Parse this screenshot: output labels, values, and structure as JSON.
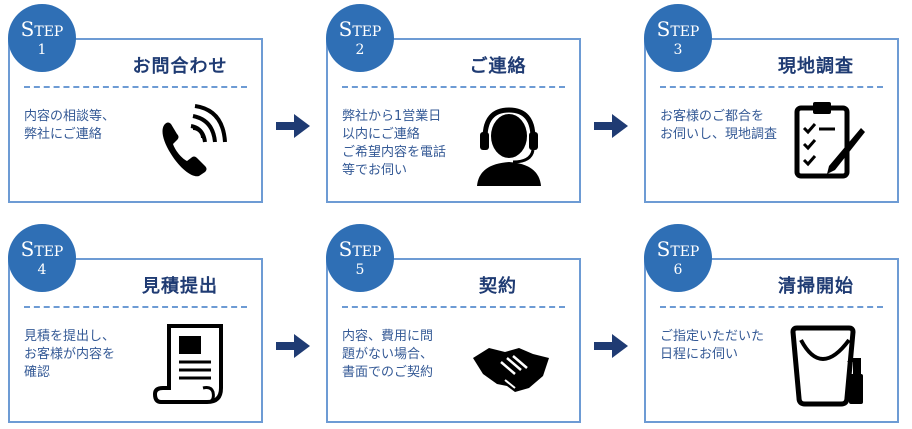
{
  "steps": [
    {
      "step_big": "S",
      "step_rest": "TEP",
      "num": "1",
      "title": "お問合わせ",
      "desc": "内容の相談等、\n弊社にご連絡",
      "icon": "phone-icon"
    },
    {
      "step_big": "S",
      "step_rest": "TEP",
      "num": "2",
      "title": "ご連絡",
      "desc": "弊社から1営業日\n以内にご連絡\nご希望内容を電話\n等でお伺い",
      "icon": "headset-operator-icon"
    },
    {
      "step_big": "S",
      "step_rest": "TEP",
      "num": "3",
      "title": "現地調査",
      "desc": "お客様のご都合を\nお伺いし、現地調査",
      "icon": "clipboard-checklist-icon"
    },
    {
      "step_big": "S",
      "step_rest": "TEP",
      "num": "4",
      "title": "見積提出",
      "desc": "見積を提出し、\nお客様が内容を\n確認",
      "icon": "document-scroll-icon"
    },
    {
      "step_big": "S",
      "step_rest": "TEP",
      "num": "5",
      "title": "契約",
      "desc": "内容、費用に問\n題がない場合、\n書面でのご契約",
      "icon": "handshake-icon"
    },
    {
      "step_big": "S",
      "step_rest": "TEP",
      "num": "6",
      "title": "清掃開始",
      "desc": "ご指定いただいた\n日程にお伺い",
      "icon": "bucket-spray-icon"
    }
  ],
  "colors": {
    "badge": "#2f6fb5",
    "border": "#6d9bd4",
    "arrow": "#1f3b73",
    "title": "#1f3b73"
  }
}
